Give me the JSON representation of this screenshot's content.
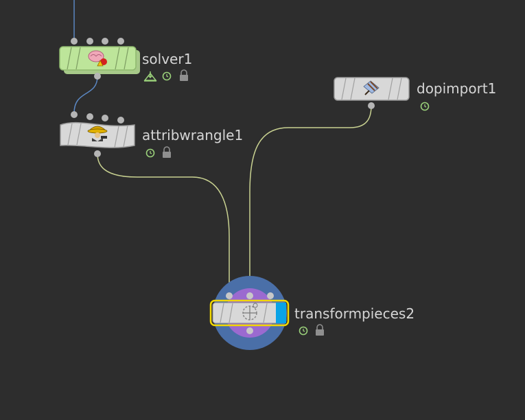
{
  "nodes": {
    "solver": {
      "name": "solver1",
      "color": "#bde59a",
      "icon": "brain-solver-icon",
      "flags": [
        "sop-import-icon",
        "time-dependent-icon",
        "lock-icon"
      ]
    },
    "attribwrangle": {
      "name": "attribwrangle1",
      "color": "#d8d8d8",
      "icon": "wrangler-cowboy-icon",
      "flags": [
        "time-dependent-icon",
        "lock-icon"
      ]
    },
    "dopimport": {
      "name": "dopimport1",
      "color": "#d8d8d8",
      "icon": "dop-import-icon",
      "flags": [
        "time-dependent-icon"
      ]
    },
    "transformpieces": {
      "name": "transformpieces2",
      "color": "#d8d8d8",
      "icon": "transform-pieces-icon",
      "flags": [
        "time-dependent-icon",
        "lock-icon"
      ],
      "selected": true,
      "display_flag": true,
      "selection_color": "#f2d800",
      "display_color": "#0aa3e6",
      "ring_outer_color": "#4a6fa8",
      "ring_inner_color": "#9b6ad0"
    }
  },
  "wire_colors": {
    "blue": "#5b87c2",
    "yellow": "#c9d291"
  },
  "background": "#2d2d2d"
}
